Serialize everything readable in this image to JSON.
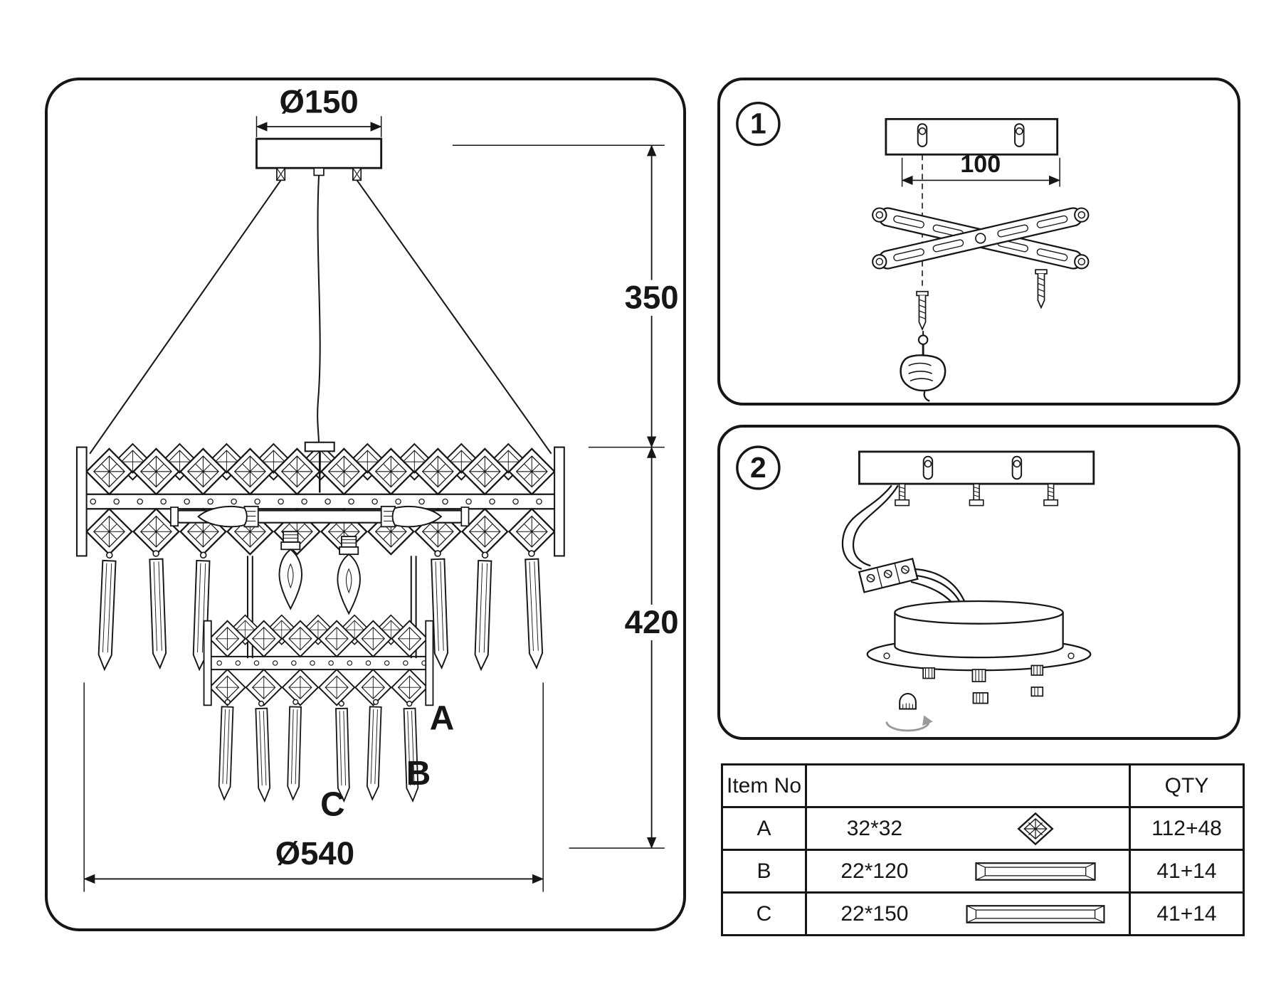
{
  "colors": {
    "line": "#161616",
    "background": "#ffffff"
  },
  "main": {
    "dim_canopy_diameter": "Ø150",
    "dim_drop": "350",
    "dim_body_height": "420",
    "dim_body_diameter": "Ø540",
    "label_a": "A",
    "label_b": "B",
    "label_c": "C"
  },
  "step1": {
    "number": "1",
    "dim_spacing": "100"
  },
  "step2": {
    "number": "2"
  },
  "table": {
    "header_item": "Item No",
    "header_qty": "QTY",
    "rows": [
      {
        "item": "A",
        "size": "32*32",
        "icon": "diamond-crystal",
        "qty": "112+48"
      },
      {
        "item": "B",
        "size": "22*120",
        "icon": "bar-crystal",
        "qty": "41+14"
      },
      {
        "item": "C",
        "size": "22*150",
        "icon": "bar-crystal-long",
        "qty": "41+14"
      }
    ]
  }
}
